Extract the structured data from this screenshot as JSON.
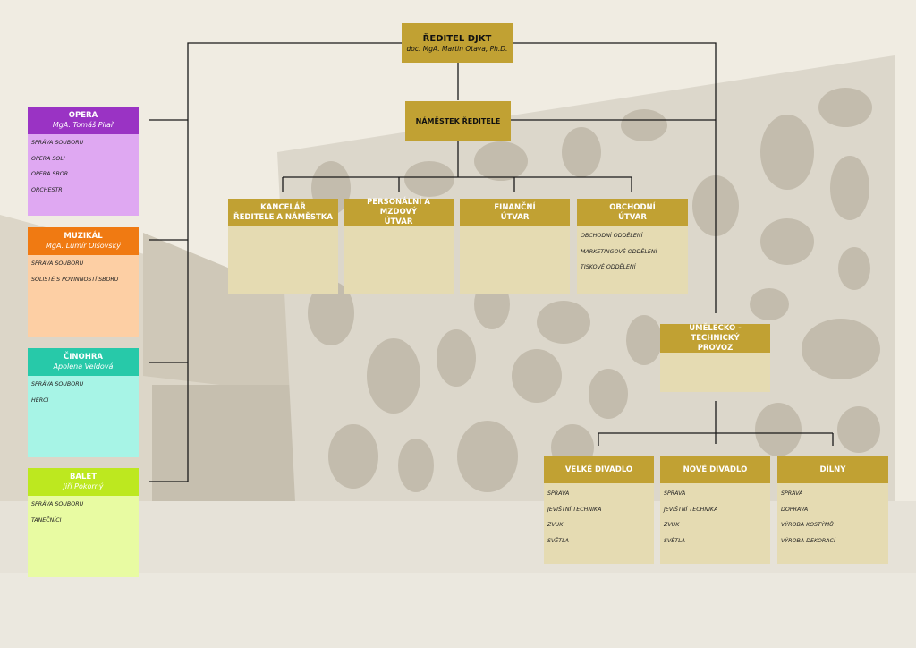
{
  "director": {
    "title": "Ředitel DJKT",
    "name": "doc. MgA. Martin Otava, Ph.D."
  },
  "deputy": {
    "title": "Náměstek ředitele"
  },
  "ensembles": [
    {
      "title": "Opera",
      "name": "MgA. Tomáš Pilař",
      "items": [
        "správa souboru",
        "opera soli",
        "opera sbor",
        "orchestr"
      ],
      "color": "#9a33c4",
      "bg": "#dfa8f2"
    },
    {
      "title": "Muzikál",
      "name": "MgA. Lumír Olšovský",
      "items": [
        "správa souboru",
        "sólisté s povinností sboru"
      ],
      "color": "#f07a12",
      "bg": "#fdcfa4"
    },
    {
      "title": "Činohra",
      "name": "Apolena Veldová",
      "items": [
        "správa souboru",
        "herci"
      ],
      "color": "#27c9a9",
      "bg": "#a7f4e6"
    },
    {
      "title": "Balet",
      "name": "Jiří Pokorný",
      "items": [
        "správa souboru",
        "tanečníci"
      ],
      "color": "#bde81f",
      "bg": "#e8fba2"
    }
  ],
  "departments": [
    {
      "title1": "Kancelář",
      "title2": "ředitele a náměstka",
      "items": []
    },
    {
      "title1": "Personální a mzdový",
      "title2": "útvar",
      "items": []
    },
    {
      "title1": "Finanční",
      "title2": "útvar",
      "items": []
    },
    {
      "title1": "Obchodní",
      "title2": "útvar",
      "items": [
        "obchodní oddělení",
        "marketingové oddělení",
        "tiskové oddělení"
      ]
    }
  ],
  "technical": {
    "title1": "Umělecko - technický",
    "title2": "provoz"
  },
  "technical_units": [
    {
      "title": "Velké divadlo",
      "items": [
        "správa",
        "jevištní technika",
        "zvuk",
        "světla"
      ]
    },
    {
      "title": "Nové divadlo",
      "items": [
        "správa",
        "jevištní technika",
        "zvuk",
        "světla"
      ]
    },
    {
      "title": "Dílny",
      "items": [
        "správa",
        "doprava",
        "výroba kostýmů",
        "výroba dekorací"
      ]
    }
  ]
}
